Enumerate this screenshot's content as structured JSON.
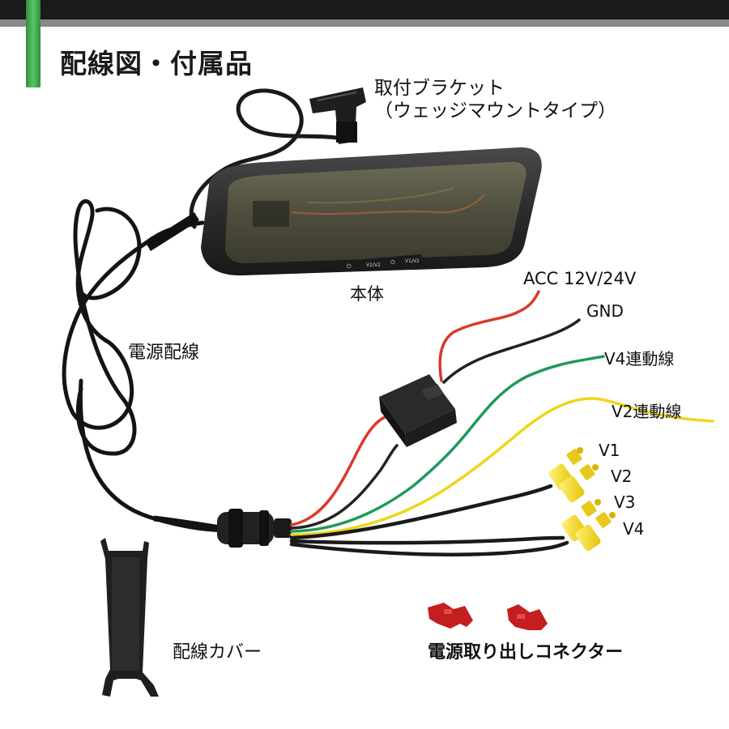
{
  "title": "配線図・付属品",
  "bracket": {
    "line1": "取付ブラケット",
    "line2": "（ウェッジマウントタイプ）"
  },
  "body_label": "本体",
  "power_wiring_label": "電源配線",
  "wires": {
    "acc": "ACC 12V/24V",
    "gnd": "GND",
    "v4_link": "V4連動線",
    "v2_link": "V2連動線"
  },
  "rca": {
    "v1": "V1",
    "v2": "V2",
    "v3": "V3",
    "v4": "V4"
  },
  "cover_label": "配線カバー",
  "connector_label": "電源取り出しコネクター",
  "colors": {
    "accent_green": "#3aa84a",
    "top_bar": "#1a1a1a",
    "wire_red": "#d93a2a",
    "wire_black": "#222222",
    "wire_green": "#1f9a5a",
    "wire_yellow": "#f0d51a",
    "rca_yellow": "#f5d40f",
    "tap_red": "#cc1f1f"
  }
}
